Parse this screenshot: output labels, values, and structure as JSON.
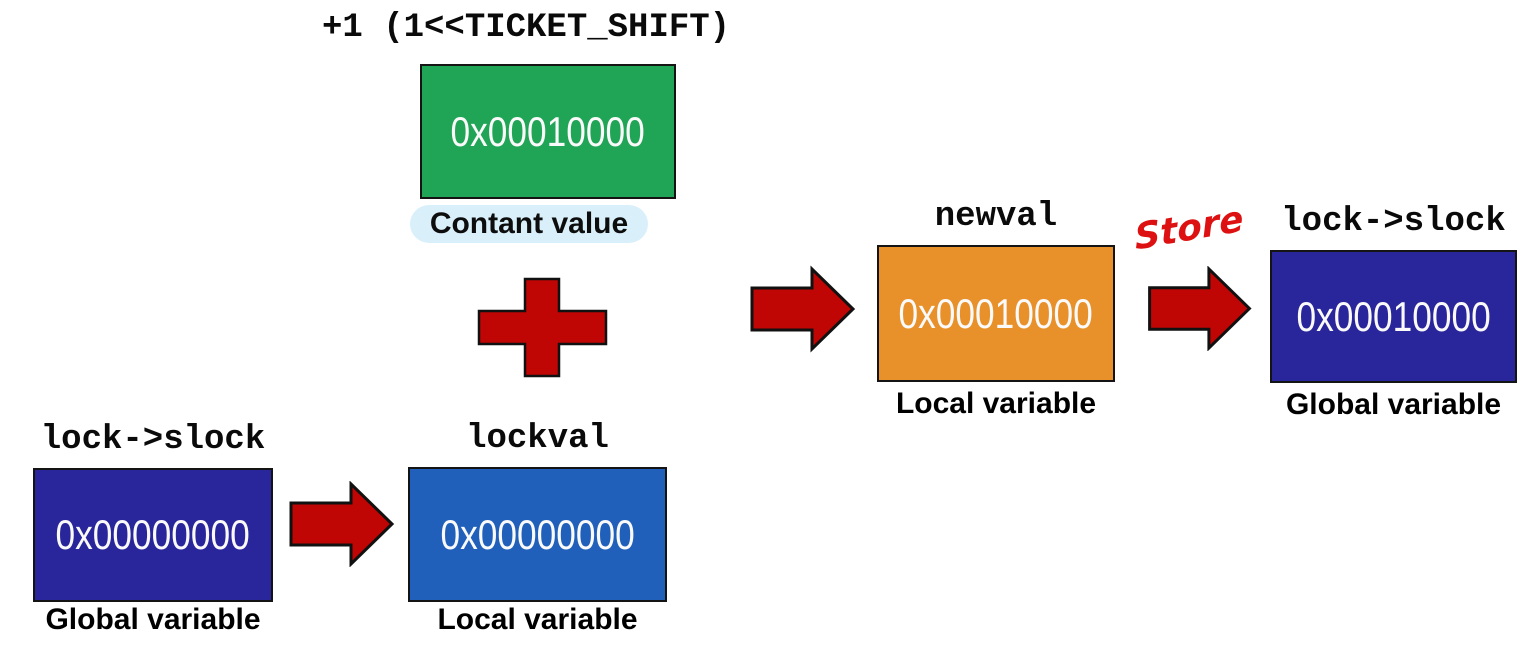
{
  "diagram": {
    "formula": "+1 (1<<TICKET_SHIFT)",
    "constant": {
      "value": "0x00010000",
      "label": "Contant value"
    },
    "global_before": {
      "title": "lock->slock",
      "value": "0x00000000",
      "label": "Global variable"
    },
    "lockval": {
      "title": "lockval",
      "value": "0x00000000",
      "label": "Local variable"
    },
    "newval": {
      "title": "newval",
      "value": "0x00010000",
      "label": "Local variable"
    },
    "global_after": {
      "title": "lock->slock",
      "value": "0x00010000",
      "label": "Global variable"
    },
    "store_label": "Store"
  },
  "colors": {
    "constant_box": "#20A456",
    "global_box": "#29259B",
    "local_blue_box": "#2060BA",
    "local_orange_box": "#E8912B",
    "arrow": "#C00505",
    "plus": "#C00505",
    "store_text": "#DD1111",
    "label_pill": "#D9F0FB"
  }
}
